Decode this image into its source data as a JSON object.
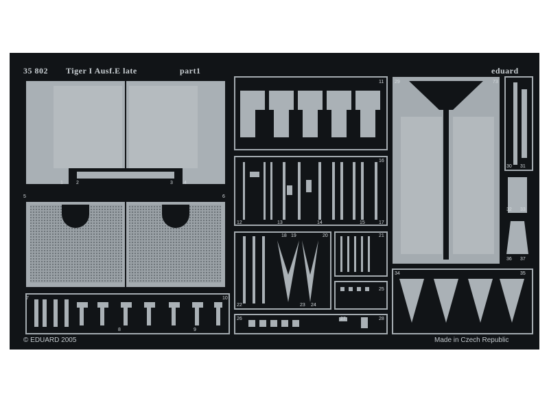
{
  "header": {
    "code": "35 802",
    "title": "Tiger I Ausf.E late",
    "part": "part1",
    "brand": "eduard"
  },
  "footer": {
    "copyright": "© EDUARD 2005",
    "origin": "Made in Czech Republic"
  },
  "part_numbers": [
    "1",
    "2",
    "3",
    "4",
    "5",
    "6",
    "7",
    "8",
    "9",
    "10",
    "11",
    "12",
    "13",
    "14",
    "15",
    "16",
    "17",
    "18",
    "19",
    "20",
    "21",
    "22",
    "23",
    "24",
    "25",
    "26",
    "27",
    "28",
    "29",
    "30",
    "31",
    "32",
    "33",
    "34",
    "35",
    "36",
    "37",
    "73"
  ],
  "colors": {
    "fret": "#111417",
    "metal": "#a4abb0",
    "metal_light": "#bcc2c6",
    "text": "#c9cfd3"
  }
}
